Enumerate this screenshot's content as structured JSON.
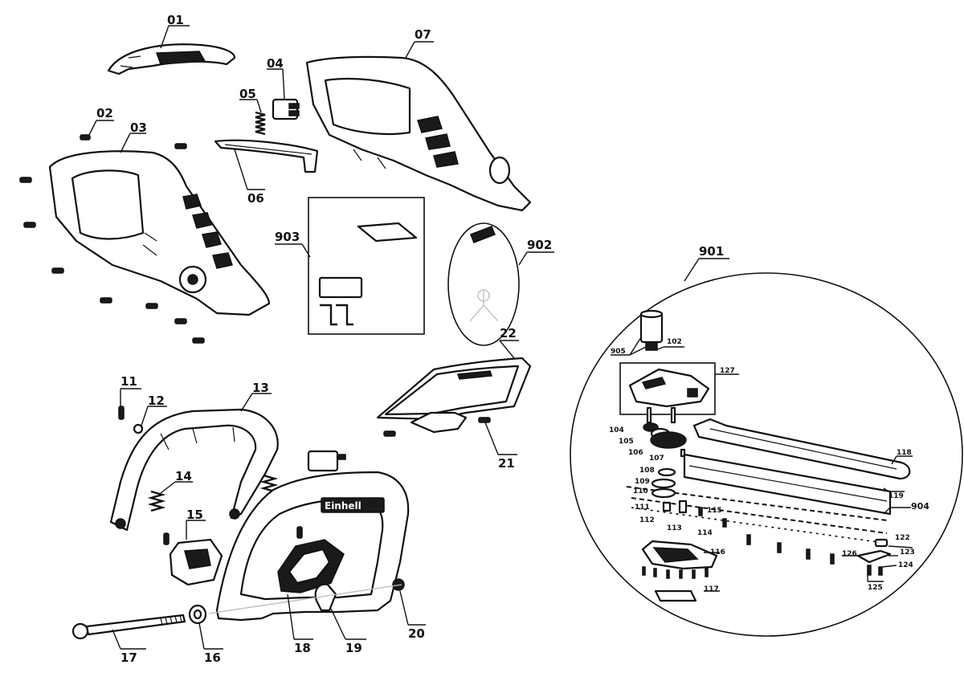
{
  "diagram": {
    "callouts_main": [
      "01",
      "02",
      "03",
      "04",
      "05",
      "06",
      "07",
      "11",
      "12",
      "13",
      "14",
      "15",
      "16",
      "17",
      "18",
      "19",
      "20",
      "21",
      "22"
    ],
    "callouts_groups": [
      "901",
      "902",
      "903"
    ],
    "callouts_detail": [
      "102",
      "104",
      "105",
      "106",
      "107",
      "108",
      "109",
      "110",
      "111",
      "112",
      "113",
      "114",
      "115",
      "116",
      "117",
      "118",
      "119",
      "122",
      "123",
      "124",
      "125",
      "126",
      "127",
      "904",
      "905"
    ],
    "brand_mark": "Einhell"
  }
}
